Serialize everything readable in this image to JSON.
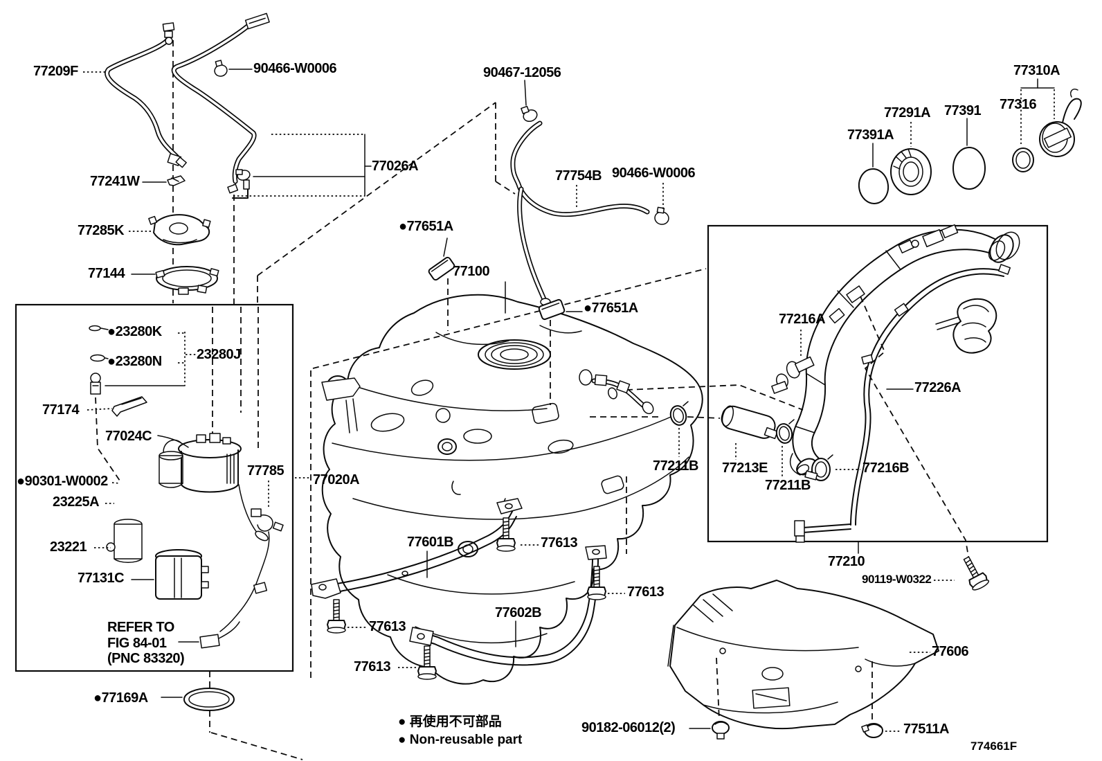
{
  "figure": {
    "code": "774661F",
    "legend": [
      {
        "text": "● 再使用不可部品"
      },
      {
        "text": "● Non-reusable part"
      }
    ],
    "note": {
      "line1": "REFER TO",
      "line2": "FIG 84-01",
      "line3": "(PNC 83320)"
    },
    "labels": [
      {
        "id": "77209F",
        "text": "77209F"
      },
      {
        "id": "90466-W0006-a",
        "text": "90466-W0006"
      },
      {
        "id": "77241W",
        "text": "77241W"
      },
      {
        "id": "77285K",
        "text": "77285K"
      },
      {
        "id": "77144",
        "text": "77144"
      },
      {
        "id": "77026A",
        "text": "77026A"
      },
      {
        "id": "90467-12056",
        "text": "90467-12056"
      },
      {
        "id": "77754B",
        "text": "77754B"
      },
      {
        "id": "90466-W0006-b",
        "text": "90466-W0006"
      },
      {
        "id": "77651A-left",
        "text": "●77651A"
      },
      {
        "id": "77100",
        "text": "77100"
      },
      {
        "id": "77651A-right",
        "text": "●77651A"
      },
      {
        "id": "77310A",
        "text": "77310A"
      },
      {
        "id": "77391A",
        "text": "77391A"
      },
      {
        "id": "77291A",
        "text": "77291A"
      },
      {
        "id": "77391",
        "text": "77391"
      },
      {
        "id": "77316",
        "text": "77316"
      },
      {
        "id": "23280K",
        "text": "●23280K"
      },
      {
        "id": "23280N",
        "text": "●23280N"
      },
      {
        "id": "23280J",
        "text": "23280J"
      },
      {
        "id": "77174",
        "text": "77174"
      },
      {
        "id": "77024C",
        "text": "77024C"
      },
      {
        "id": "90301-W0002",
        "text": "●90301-W0002"
      },
      {
        "id": "23225A",
        "text": "23225A"
      },
      {
        "id": "23221",
        "text": "23221"
      },
      {
        "id": "77131C",
        "text": "77131C"
      },
      {
        "id": "77169A",
        "text": "●77169A"
      },
      {
        "id": "77785",
        "text": "77785"
      },
      {
        "id": "77020A",
        "text": "77020A"
      },
      {
        "id": "77601B",
        "text": "77601B"
      },
      {
        "id": "77613-a",
        "text": "77613"
      },
      {
        "id": "77613-b",
        "text": "77613"
      },
      {
        "id": "77602B",
        "text": "77602B"
      },
      {
        "id": "77613-c",
        "text": "77613"
      },
      {
        "id": "77613-d",
        "text": "77613"
      },
      {
        "id": "77216A",
        "text": "77216A"
      },
      {
        "id": "77226A",
        "text": "77226A"
      },
      {
        "id": "77213E",
        "text": "77213E"
      },
      {
        "id": "77211B-in",
        "text": "77211B"
      },
      {
        "id": "77216B",
        "text": "77216B"
      },
      {
        "id": "77211B-out",
        "text": "77211B"
      },
      {
        "id": "77210",
        "text": "77210"
      },
      {
        "id": "90119-W0322",
        "text": "90119-W0322"
      },
      {
        "id": "77606",
        "text": "77606"
      },
      {
        "id": "90182-06012",
        "text": "90182-06012(2)"
      },
      {
        "id": "77511A",
        "text": "77511A"
      }
    ],
    "colors": {
      "ink": "#0a0a0a",
      "background": "#ffffff"
    }
  }
}
